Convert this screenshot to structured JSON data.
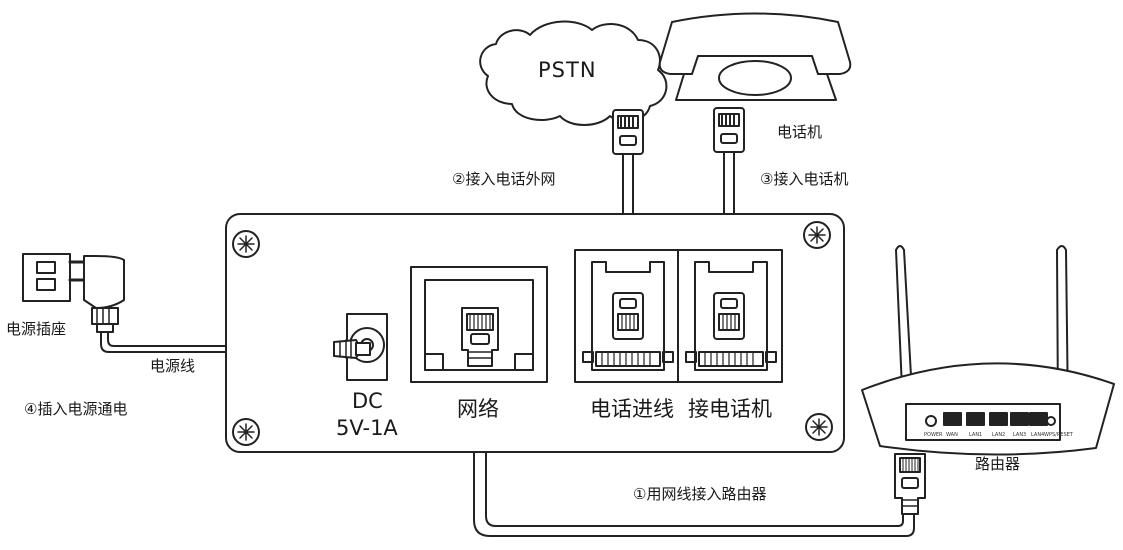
{
  "labels": {
    "pstn": "PSTN",
    "telephone": "电话机",
    "step2": "②接入电话外网",
    "step3": "③接入电话机",
    "power_socket": "电源插座",
    "power_cord": "电源线",
    "step4": "④插入电源通电",
    "dc": "DC",
    "dc_rating": "5V-1A",
    "network_port": "网络",
    "phone_in_port": "电话进线",
    "phone_out_port": "接电话机",
    "router": "路由器",
    "step1": "①用网线接入路由器"
  },
  "router_ports": [
    "POWER",
    "WAN",
    "LAN1",
    "LAN2",
    "LAN3",
    "LAN4",
    "WPS/RESET"
  ]
}
